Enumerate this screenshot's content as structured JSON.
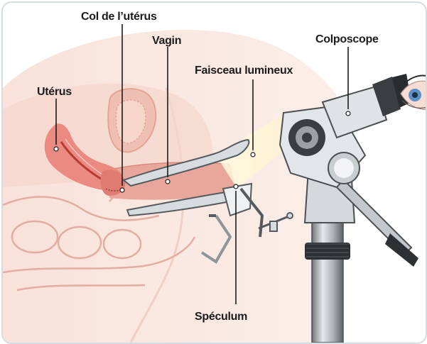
{
  "labels": {
    "cervix": "Col de l’utérus",
    "vagina": "Vagin",
    "uterus": "Utérus",
    "light_beam": "Faisceau lumineux",
    "colposcope": "Colposcope",
    "speculum": "Spéculum"
  },
  "colors": {
    "skin": "#f6dcd3",
    "tissue": "#f3c9bc",
    "uterus": "#ea8a80",
    "uterus_dark": "#c9453e",
    "bone_outline": "#e2aea3",
    "metal_light": "#e9ecee",
    "metal_mid": "#b9bfc3",
    "metal_dark": "#3b3f42",
    "frame_border": "#d3dde3"
  },
  "icons": [
    "eye-icon"
  ]
}
